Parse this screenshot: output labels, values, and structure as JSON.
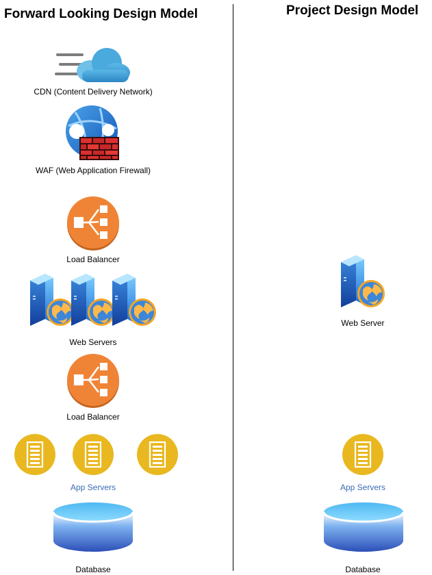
{
  "left": {
    "title": "Forward Looking Design Model",
    "cdn_label": "CDN (Content Delivery Network)",
    "waf_label": "WAF (Web Application Firewall)",
    "lb1_label": "Load Balancer",
    "web_servers_label": "Web Servers",
    "lb2_label": "Load Balancer",
    "app_servers_label": "App Servers",
    "database_label": "Database"
  },
  "right": {
    "title": "Project Design Model",
    "web_server_label": "Web Server",
    "app_servers_label": "App Servers",
    "database_label": "Database"
  },
  "colors": {
    "load_balancer": "#f08436",
    "app_server": "#e9b820",
    "link_text": "#3a6cb6",
    "firewall_brick": "#c62828",
    "cloud": "#3a9ad4",
    "database": "#3b67d1"
  },
  "icons": [
    "cloud-icon",
    "firewall-icon",
    "load-balancer-icon",
    "web-server-icon",
    "app-server-icon",
    "database-icon"
  ]
}
